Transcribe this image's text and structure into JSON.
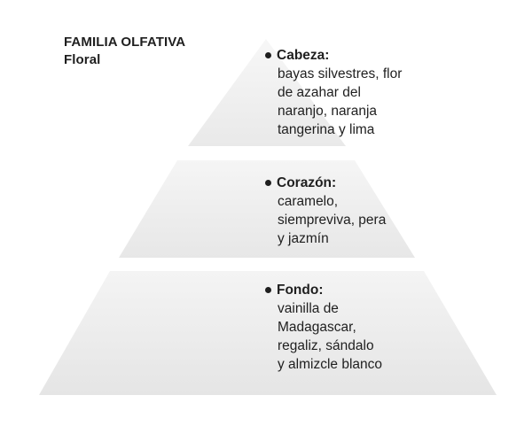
{
  "family": {
    "heading": "FAMILIA OLFATIVA",
    "value": "Floral"
  },
  "tiers": [
    {
      "label": "Cabeza:",
      "lines": [
        "bayas silvestres, flor",
        "de azahar del",
        "naranjo, naranja",
        "tangerina y lima"
      ]
    },
    {
      "label": "Corazón:",
      "lines": [
        "caramelo,",
        "siempreviva, pera",
        "y jazmín"
      ]
    },
    {
      "label": "Fondo:",
      "lines": [
        "vainilla de",
        "Madagascar,",
        "regaliz, sándalo",
        "y almizcle blanco"
      ]
    }
  ],
  "colors": {
    "tier_fill_light": "#f4f4f4",
    "tier_fill_dark": "#e6e6e6",
    "text": "#1f1f1f"
  }
}
